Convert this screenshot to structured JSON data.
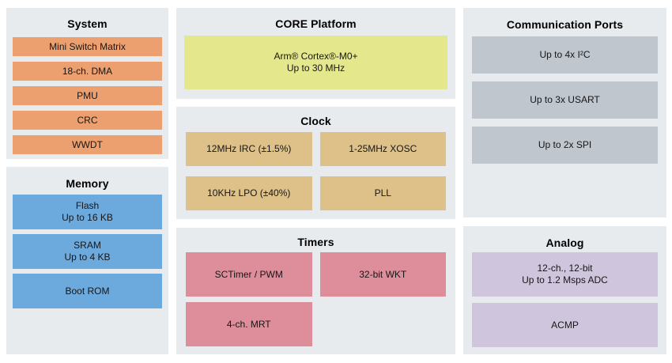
{
  "palette": {
    "panel_bg": "#e8ebee",
    "system_block": "#eda06f",
    "memory_block": "#6caade",
    "core_block": "#e5e78c",
    "clock_block": "#ddc189",
    "timers_block": "#de8e9a",
    "comm_block": "#bfc6cd",
    "analog_block": "#cfc6de"
  },
  "panels": {
    "system": {
      "title": "System",
      "blocks": [
        {
          "label": "Mini Switch Matrix"
        },
        {
          "label": "18-ch. DMA"
        },
        {
          "label": "PMU"
        },
        {
          "label": "CRC"
        },
        {
          "label": "WWDT"
        }
      ]
    },
    "memory": {
      "title": "Memory",
      "blocks": [
        {
          "line1": "Flash",
          "line2": "Up to 16 KB"
        },
        {
          "line1": "SRAM",
          "line2": "Up to 4 KB"
        },
        {
          "line1": "Boot ROM"
        }
      ]
    },
    "core": {
      "title": "CORE Platform",
      "blocks": [
        {
          "line1": "Arm® Cortex®-M0+",
          "line2": "Up to 30 MHz"
        }
      ]
    },
    "clock": {
      "title": "Clock",
      "blocks": [
        {
          "label": "12MHz IRC (±1.5%)"
        },
        {
          "label": "1-25MHz XOSC"
        },
        {
          "label": "10KHz LPO (±40%)"
        },
        {
          "label": "PLL"
        }
      ]
    },
    "timers": {
      "title": "Timers",
      "blocks": [
        {
          "label": "SCTimer / PWM"
        },
        {
          "label": "32-bit WKT"
        },
        {
          "label": "4-ch. MRT"
        }
      ]
    },
    "comm": {
      "title": "Communication Ports",
      "blocks": [
        {
          "label": "Up to 4x I²C"
        },
        {
          "label": "Up to 3x USART"
        },
        {
          "label": "Up to 2x SPI"
        }
      ]
    },
    "analog": {
      "title": "Analog",
      "blocks": [
        {
          "line1": "12-ch., 12-bit",
          "line2": "Up to 1.2 Msps ADC"
        },
        {
          "line1": "ACMP"
        }
      ]
    }
  }
}
